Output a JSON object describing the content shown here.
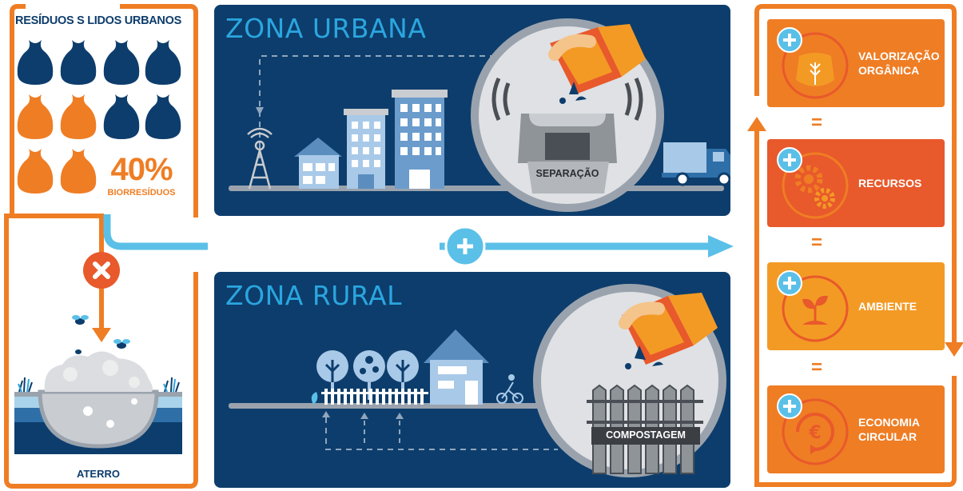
{
  "left": {
    "title": "RESÍDUOS S  LIDOS URBANOS",
    "percent": "40%",
    "percent_label": "BIORRESÍDUOS",
    "landfill_label": "ATERRO",
    "bag_colors": {
      "general": "#0d3d6c",
      "bio": "#ef7d24"
    }
  },
  "urban": {
    "title": "ZONA URBANA",
    "process_label": "SEPARAÇÃO"
  },
  "rural": {
    "title": "ZONA RURAL",
    "process_label": "COMPOSTAGEM"
  },
  "benefits": {
    "items": [
      {
        "label": "VALORIZAÇÃO ORGÂNICA",
        "line1": "VALORIZAÇÃO",
        "line2": "ORGÂNICA",
        "icon": "grain-sack-icon",
        "color": "#ef7d24"
      },
      {
        "label": "RECURSOS",
        "line1": "RECURSOS",
        "line2": "",
        "icon": "gears-icon",
        "color": "#e8592b"
      },
      {
        "label": "AMBIENTE",
        "line1": "AMBIENTE",
        "line2": "",
        "icon": "sprout-icon",
        "color": "#f39a25"
      },
      {
        "label": "ECONOMIA CIRCULAR",
        "line1": "ECONOMIA",
        "line2": "CIRCULAR",
        "icon": "euro-cycle-icon",
        "color": "#ef7d24"
      }
    ],
    "separator": "="
  },
  "colors": {
    "navy": "#0d3d6c",
    "orange": "#ef7d24",
    "light_blue": "#5bc0e8",
    "title_blue": "#2aa6df"
  }
}
